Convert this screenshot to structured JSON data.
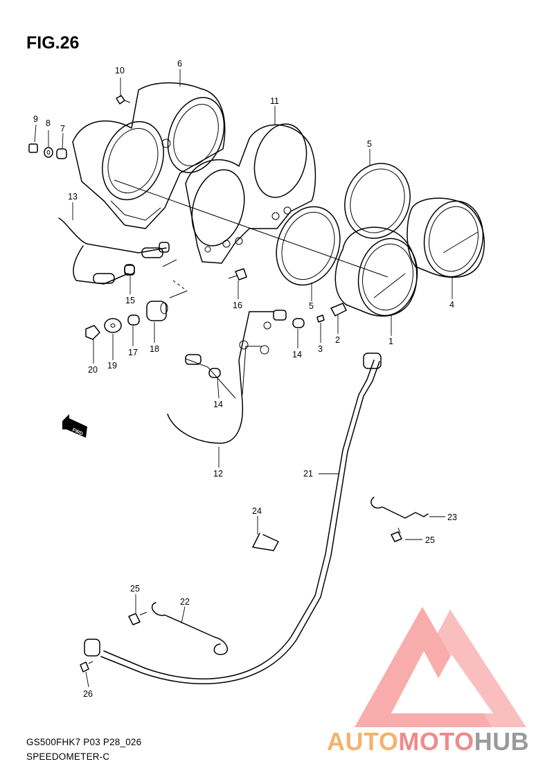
{
  "figure": {
    "title": "FIG.26"
  },
  "footer": {
    "model_code": "GS500FHK7 P03 P28_026",
    "section_name": "SPEEDOMETER-C"
  },
  "direction_arrow": {
    "label": "FWD"
  },
  "watermark": {
    "brand_part1": "AUTO",
    "brand_part2": "MOTO",
    "brand_part3": "HUB",
    "colors": {
      "triangle": "#f36a6a",
      "auto": "#f5b26b",
      "moto": "#ef8a8a",
      "hub": "#9a9a9a"
    }
  },
  "callouts": {
    "c1": "1",
    "c2": "2",
    "c3": "3",
    "c4": "4",
    "c5a": "5",
    "c5b": "5",
    "c6": "6",
    "c7": "7",
    "c8": "8",
    "c9": "9",
    "c10": "10",
    "c11": "11",
    "c12": "12",
    "c13": "13",
    "c14a": "14",
    "c14b": "14",
    "c15": "15",
    "c16": "16",
    "c17": "17",
    "c18": "18",
    "c19": "19",
    "c20": "20",
    "c21": "21",
    "c22": "22",
    "c23": "23",
    "c24": "24",
    "c25a": "25",
    "c25b": "25",
    "c26": "26"
  }
}
